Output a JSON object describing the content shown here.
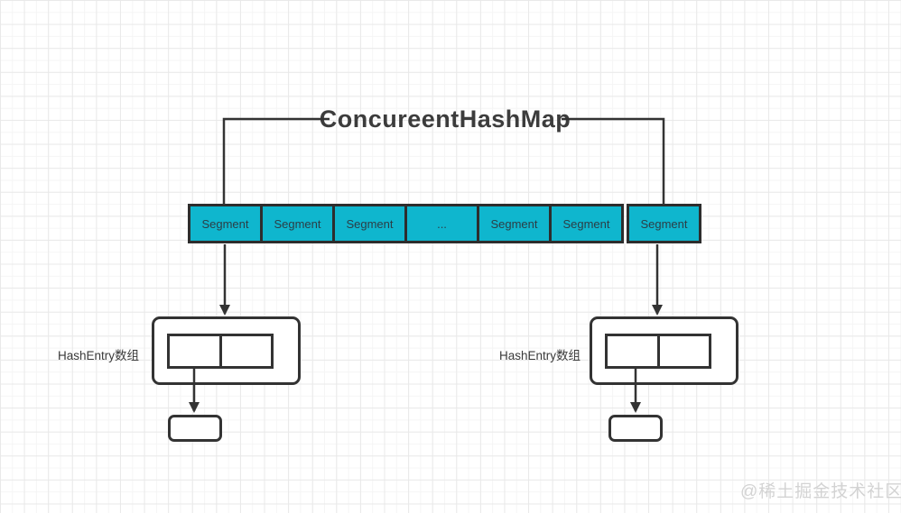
{
  "title": "ConcureentHashMap",
  "segments": {
    "main": [
      "Segment",
      "Segment",
      "Segment",
      "...",
      "Segment",
      "Segment"
    ],
    "last": "Segment"
  },
  "left_group": {
    "label": "HashEntry数组"
  },
  "right_group": {
    "label": "HashEntry数组"
  },
  "watermark": "@稀土掘金技术社区",
  "colors": {
    "segment_fill": "#0fb6ce",
    "stroke": "#333333",
    "title_text": "#3c3c3c",
    "segment_text": "#2c3e46",
    "watermark_text": "#d3d3d3",
    "grid_major": "#e9e9e9",
    "grid_minor": "#f5f5f5"
  }
}
